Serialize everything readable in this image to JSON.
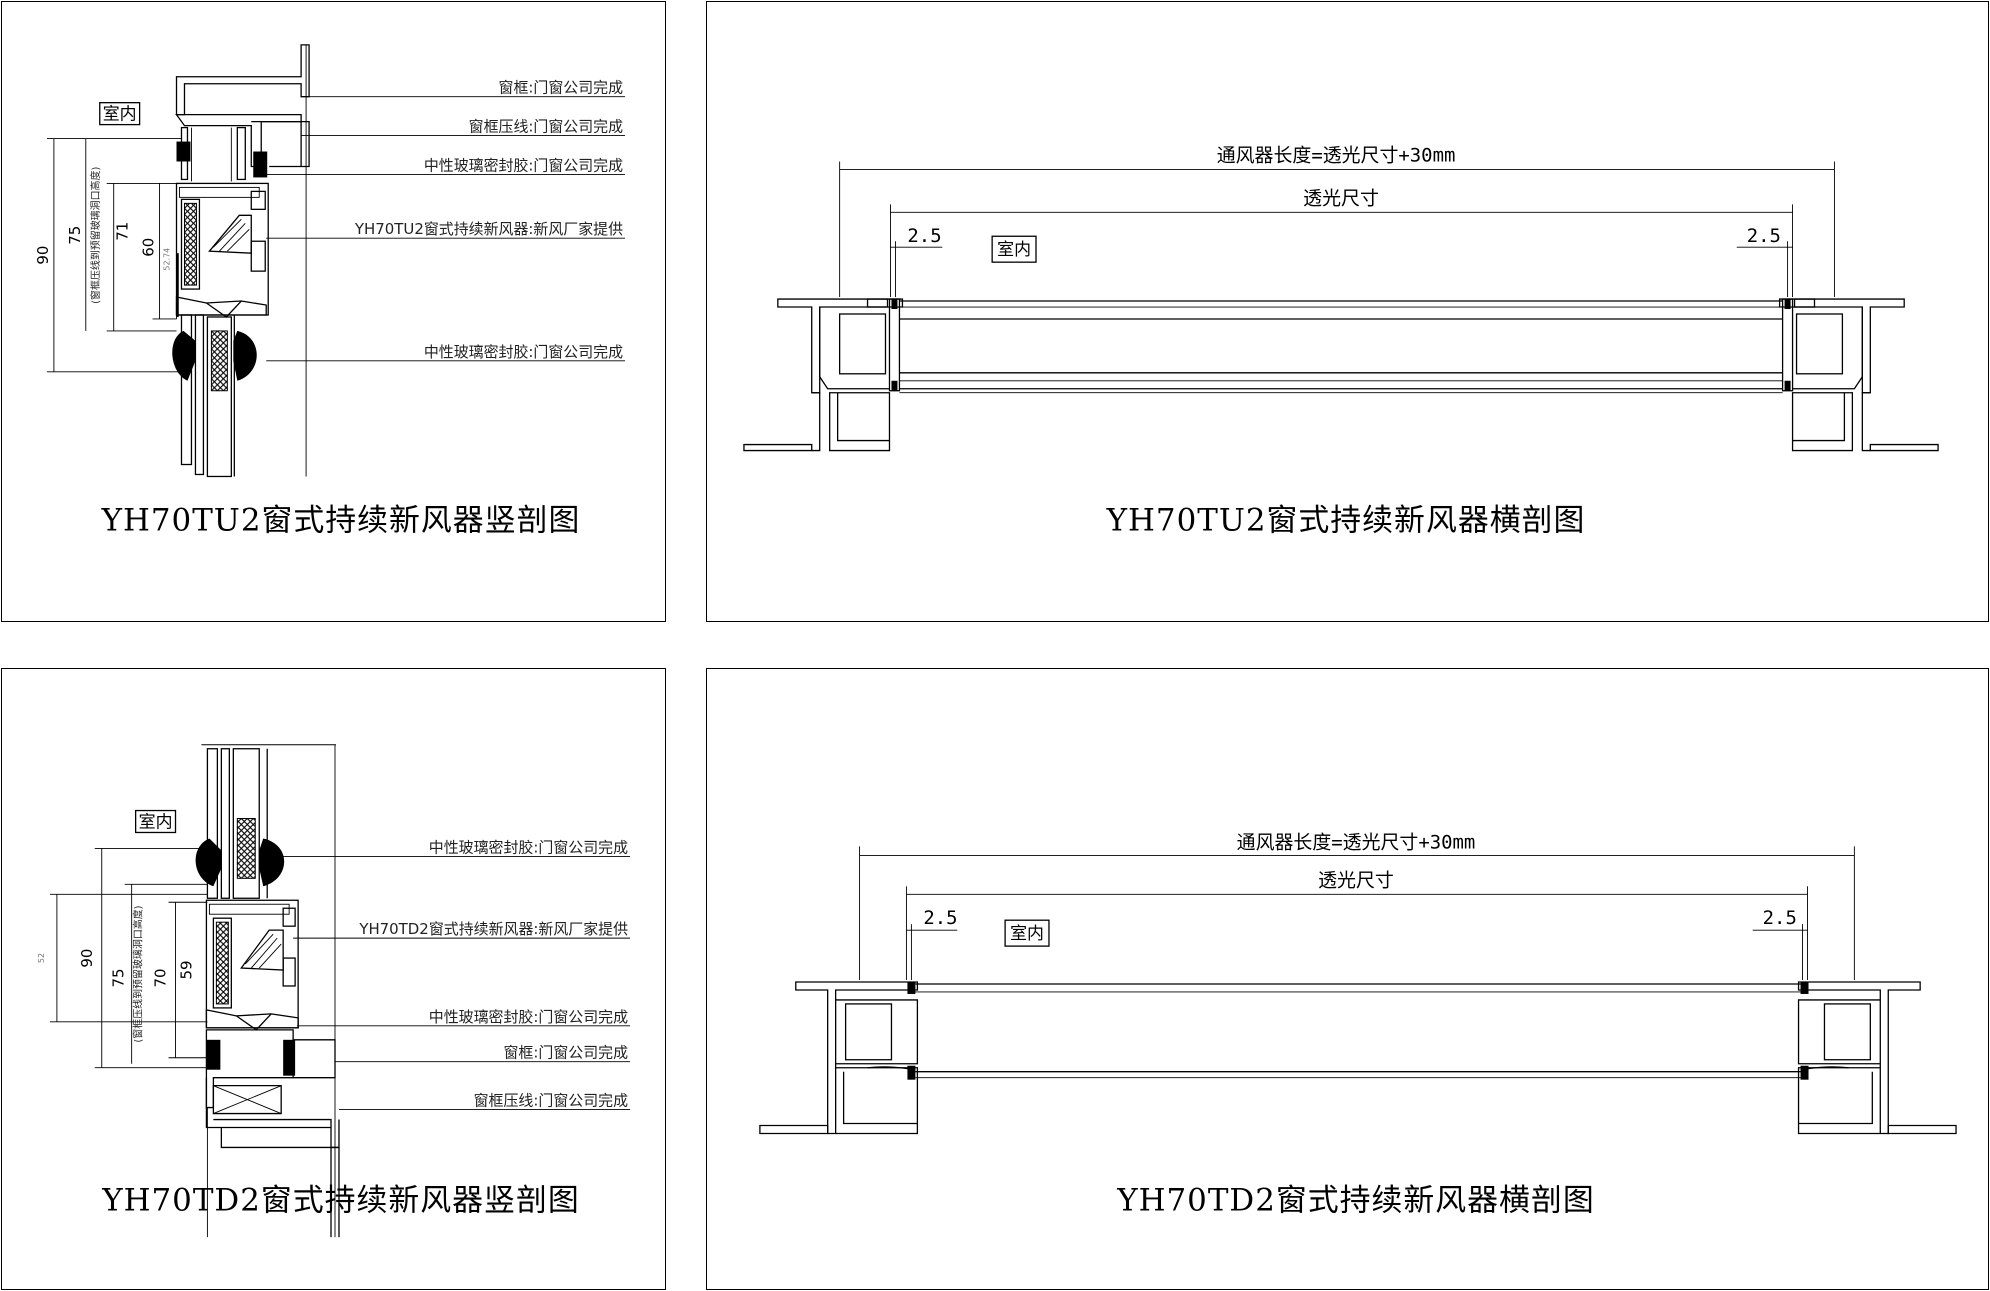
{
  "panels": {
    "tu2_vertical": {
      "caption": "YH70TU2窗式持续新风器竖剖图",
      "indoor_tag": "室内",
      "callouts": [
        "窗框:门窗公司完成",
        "窗框压线:门窗公司完成",
        "中性玻璃密封胶:门窗公司完成",
        "YH70TU2窗式持续新风器:新风厂家提供",
        "中性玻璃密封胶:门窗公司完成"
      ],
      "dims": {
        "d90": "90",
        "d75": "75",
        "d71": "71",
        "d60": "60",
        "d_small": "52.74",
        "note": "(窗框压线到预留玻璃洞口高度)"
      }
    },
    "tu2_horizontal": {
      "caption": "YH70TU2窗式持续新风器横剖图",
      "indoor_tag": "室内",
      "length_label": "通风器长度=透光尺寸+30mm",
      "light_label": "透光尺寸",
      "gap_left": "2.5",
      "gap_right": "2.5"
    },
    "td2_vertical": {
      "caption": "YH70TD2窗式持续新风器竖剖图",
      "indoor_tag": "室内",
      "callouts": [
        "中性玻璃密封胶:门窗公司完成",
        "YH70TD2窗式持续新风器:新风厂家提供",
        "中性玻璃密封胶:门窗公司完成",
        "窗框:门窗公司完成",
        "窗框压线:门窗公司完成"
      ],
      "dims": {
        "d90": "90",
        "d75": "75",
        "d70": "70",
        "d59": "59",
        "d_small": "52",
        "note": "(窗框压线到预留玻璃洞口高度)"
      }
    },
    "td2_horizontal": {
      "caption": "YH70TD2窗式持续新风器横剖图",
      "indoor_tag": "室内",
      "length_label": "通风器长度=透光尺寸+30mm",
      "light_label": "透光尺寸",
      "gap_left": "2.5",
      "gap_right": "2.5"
    }
  }
}
